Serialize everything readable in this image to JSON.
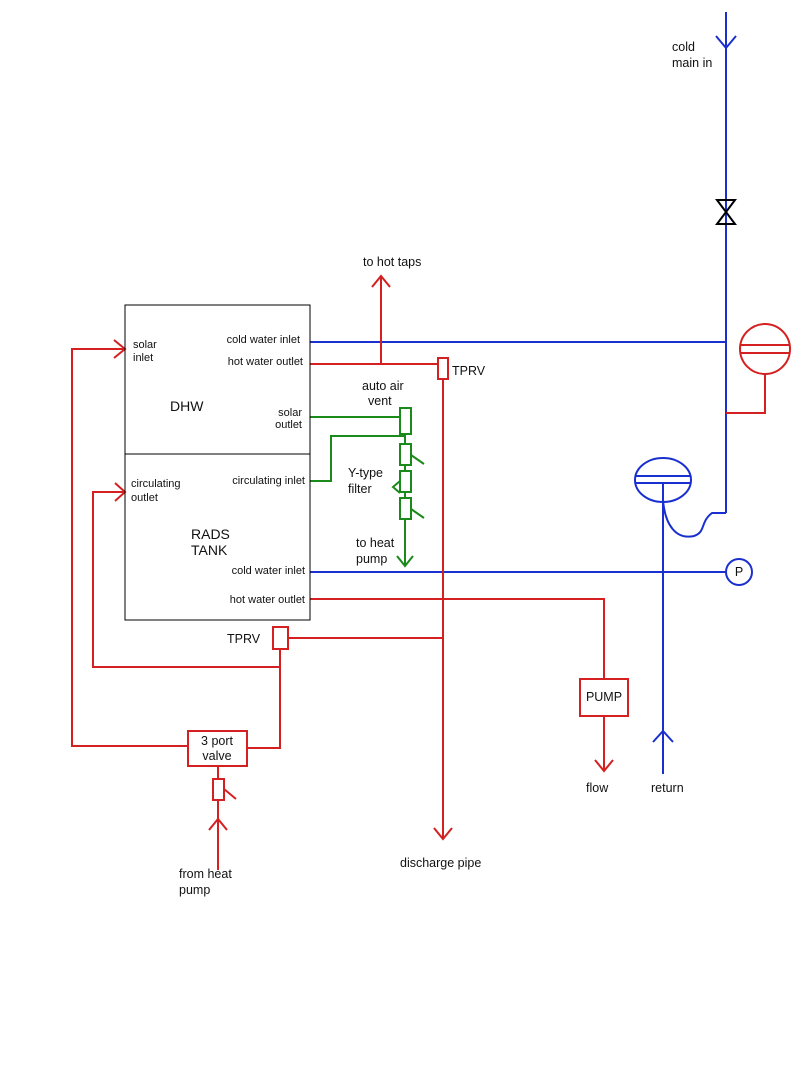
{
  "colors": {
    "hot": "#d42020",
    "cold": "#1a2fd0",
    "filter": "#1a8a1a",
    "valve": "#000000",
    "tank": "#000000",
    "text": "#111111"
  },
  "labels": {
    "cold_main_in": [
      "cold",
      "main in"
    ],
    "to_hot_taps": "to hot taps",
    "tprv_top": "TPRV",
    "tprv_bottom": "TPRV",
    "auto_air_vent": [
      "auto air",
      "vent"
    ],
    "y_type_filter": [
      "Y-type",
      "filter"
    ],
    "to_heat_pump": [
      "to heat",
      "pump"
    ],
    "dhw_name": "DHW",
    "dhw_solar_inlet": [
      "solar",
      "inlet"
    ],
    "dhw_cold_water_inlet": "cold water inlet",
    "dhw_hot_water_outlet": "hot water outlet",
    "dhw_solar_outlet": [
      "solar",
      "outlet"
    ],
    "rads_name": [
      "RADS",
      "TANK"
    ],
    "rads_circulating_outlet": [
      "circulating",
      "outlet"
    ],
    "rads_circulating_inlet": "circulating  inlet",
    "rads_cold_water_inlet": "cold water inlet",
    "rads_hot_water_outlet": "hot water outlet",
    "pump": "PUMP",
    "pressure_gauge": "P",
    "three_port_valve": [
      "3 port",
      "valve"
    ],
    "from_heat_pump": [
      "from heat",
      "pump"
    ],
    "discharge_pipe": "discharge pipe",
    "flow": "flow",
    "return": "return"
  }
}
